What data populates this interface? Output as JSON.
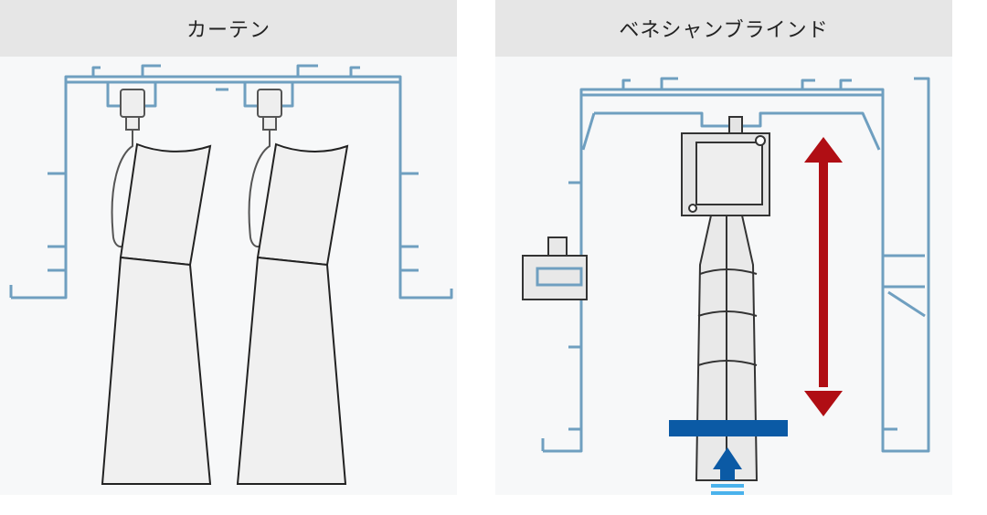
{
  "panels": [
    {
      "id": "curtain",
      "title": "カーテン"
    },
    {
      "id": "venetian",
      "title": "ベネシャンブラインド"
    }
  ],
  "colors": {
    "header_bg": "#e6e6e6",
    "frame_stroke": "#6f9fc0",
    "arrow_red": "#b00e14",
    "bar_blue": "#0b5aa5",
    "airflow_light_blue": "#4ab2ec",
    "fabric_fill": "#f0f0f0"
  },
  "icons": {
    "height_arrow": "double-headed-vertical-arrow",
    "barrier": "horizontal-bar",
    "airflow": "upward-arrow-with-stripes"
  }
}
